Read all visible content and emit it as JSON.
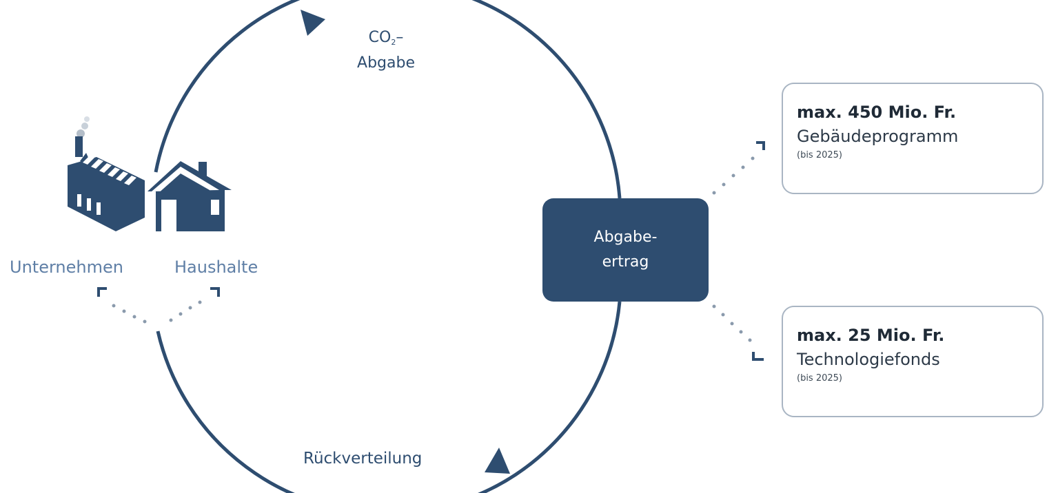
{
  "flow": {
    "tax_line1": "CO",
    "tax_sub": "2",
    "tax_suffix": "–",
    "tax_line2": "Abgabe",
    "redistribution": "Rückverteilung"
  },
  "actors": {
    "companies": "Unternehmen",
    "households": "Haushalte"
  },
  "center": {
    "line1": "Abgabe-",
    "line2": "ertrag"
  },
  "allocations": [
    {
      "amount": "max. 450 Mio. Fr.",
      "program": "Gebäudeprogramm",
      "period": "(bis 2025)"
    },
    {
      "amount": "max. 25 Mio. Fr.",
      "program": "Technologiefonds",
      "period": "(bis 2025)"
    }
  ],
  "colors": {
    "navy": "#2e4d70",
    "actor_text": "#5f7fa6",
    "card_border": "#a9b5c3"
  },
  "icons": [
    "factory-icon",
    "house-icon",
    "arrow-head-icon",
    "corner-arrow-icon"
  ]
}
